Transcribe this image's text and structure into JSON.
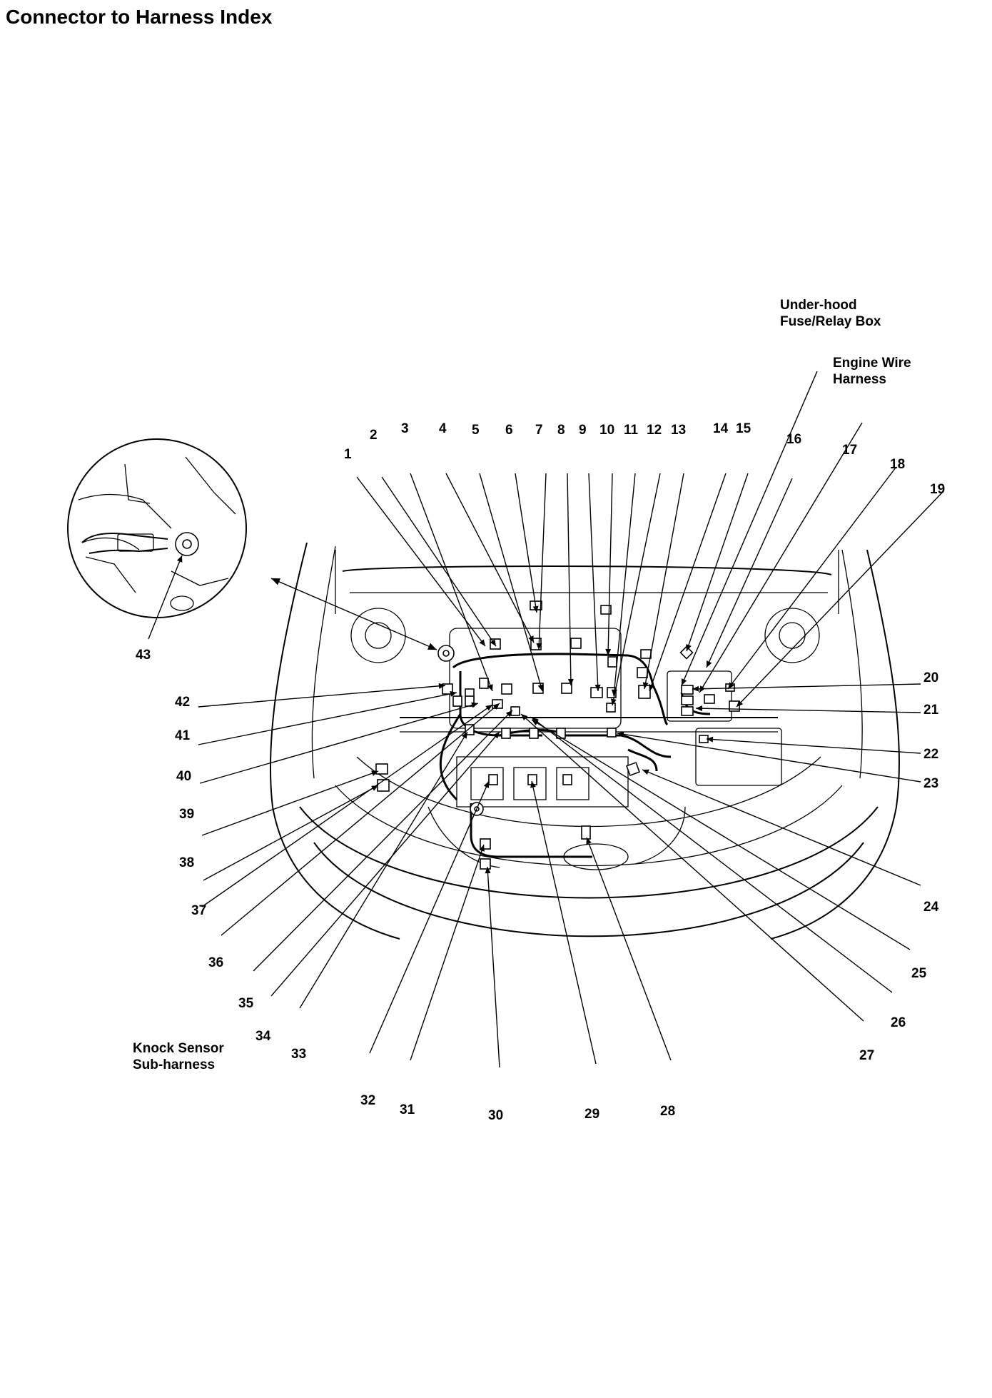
{
  "title": "Connector to Harness Index",
  "labels": {
    "fuse_box": [
      "Under-hood",
      "Fuse/Relay Box"
    ],
    "engine_harness": [
      "Engine Wire",
      "Harness"
    ],
    "knock_sensor": [
      "Knock Sensor",
      "Sub-harness"
    ]
  },
  "callouts": [
    "1",
    "2",
    "3",
    "4",
    "5",
    "6",
    "7",
    "8",
    "9",
    "10",
    "11",
    "12",
    "13",
    "14",
    "15",
    "16",
    "17",
    "18",
    "19",
    "20",
    "21",
    "22",
    "23",
    "24",
    "25",
    "26",
    "27",
    "28",
    "29",
    "30",
    "31",
    "32",
    "33",
    "34",
    "35",
    "36",
    "37",
    "38",
    "39",
    "40",
    "41",
    "42",
    "43"
  ]
}
